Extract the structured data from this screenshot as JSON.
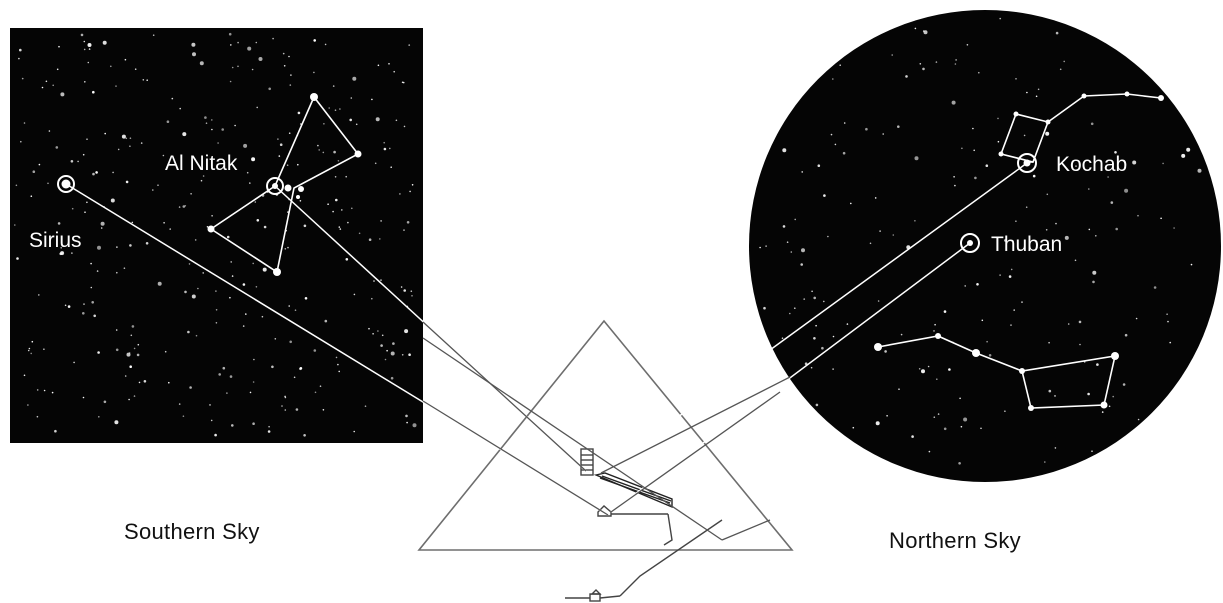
{
  "southern_sky": {
    "caption": "Southern Sky",
    "stars": {
      "sirius": "Sirius",
      "al_nitak": "Al Nitak"
    }
  },
  "northern_sky": {
    "caption": "Northern Sky",
    "stars": {
      "kochab": "Kochab",
      "thuban": "Thuban"
    }
  },
  "colors": {
    "sky": "#050505",
    "line": "#ffffff",
    "pyramid": "#6e6e6e"
  }
}
